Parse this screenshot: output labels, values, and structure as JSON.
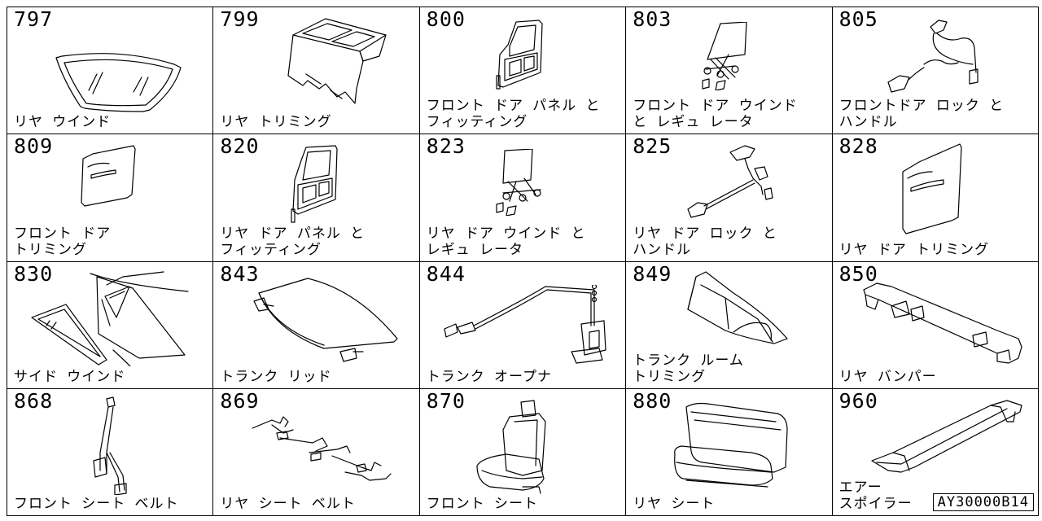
{
  "diagram_code": "AY30000B14",
  "cells": [
    {
      "number": "797",
      "label": "リヤ ウインド",
      "icon": "rear-window-icon"
    },
    {
      "number": "799",
      "label": "リヤ トリミング",
      "icon": "rear-trim-icon"
    },
    {
      "number": "800",
      "label": "フロント ドア パネル と\nフィッティング",
      "icon": "front-door-panel-icon"
    },
    {
      "number": "803",
      "label": "フロント ドア ウインド\nと レギュ レータ",
      "icon": "front-door-window-regulator-icon"
    },
    {
      "number": "805",
      "label": "フロントドア ロック と\nハンドル",
      "icon": "front-door-lock-handle-icon"
    },
    {
      "number": "809",
      "label": "フロント ドア\nトリミング",
      "icon": "front-door-trim-icon"
    },
    {
      "number": "820",
      "label": "リヤ ドア パネル と\nフィッティング",
      "icon": "rear-door-panel-icon"
    },
    {
      "number": "823",
      "label": "リヤ ドア ウインド と\nレギュ レータ",
      "icon": "rear-door-window-regulator-icon"
    },
    {
      "number": "825",
      "label": "リヤ ドア ロック と\nハンドル",
      "icon": "rear-door-lock-handle-icon"
    },
    {
      "number": "828",
      "label": "リヤ ドア トリミング",
      "icon": "rear-door-trim-icon"
    },
    {
      "number": "830",
      "label": "サイド ウインド",
      "icon": "side-window-icon"
    },
    {
      "number": "843",
      "label": "トランク リッド",
      "icon": "trunk-lid-icon"
    },
    {
      "number": "844",
      "label": "トランク オープナ",
      "icon": "trunk-opener-icon"
    },
    {
      "number": "849",
      "label": "トランク ルーム\nトリミング",
      "icon": "trunk-room-trim-icon"
    },
    {
      "number": "850",
      "label": "リヤ バンパー",
      "icon": "rear-bumper-icon"
    },
    {
      "number": "868",
      "label": "フロント シート ベルト",
      "icon": "front-seat-belt-icon"
    },
    {
      "number": "869",
      "label": "リヤ シート ベルト",
      "icon": "rear-seat-belt-icon"
    },
    {
      "number": "870",
      "label": "フロント シート",
      "icon": "front-seat-icon"
    },
    {
      "number": "880",
      "label": "リヤ シート",
      "icon": "rear-seat-icon"
    },
    {
      "number": "960",
      "label": "エアー\nスポイラー",
      "icon": "air-spoiler-icon"
    }
  ]
}
